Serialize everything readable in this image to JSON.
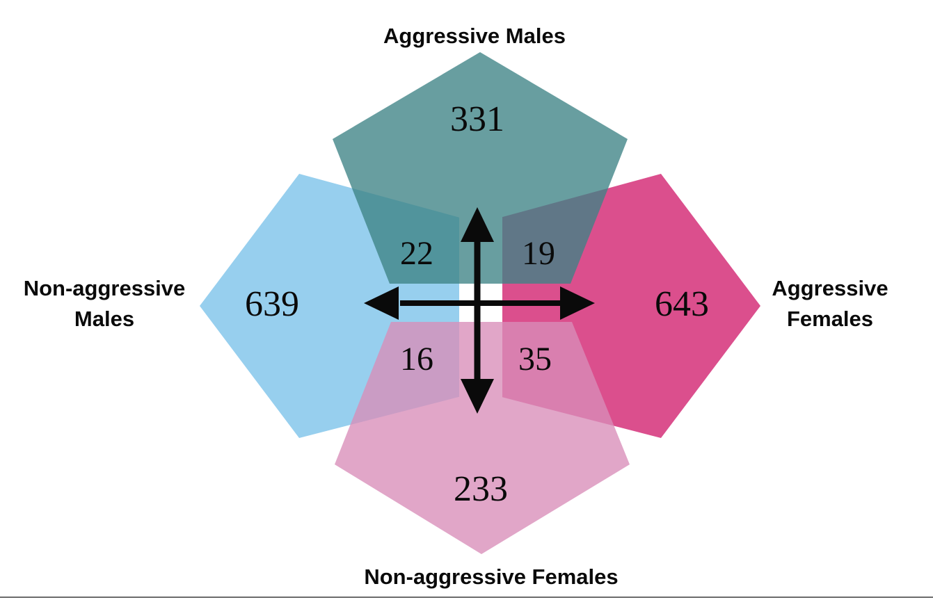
{
  "diagram": {
    "type": "four-set overlap diagram (pentagons)",
    "sets": [
      {
        "id": "top",
        "label_lines": [
          "Aggressive Males"
        ],
        "count": "331",
        "color": "#669C9E"
      },
      {
        "id": "left",
        "label_lines": [
          "Non-aggressive",
          "Males"
        ],
        "count": "639",
        "color": "#97CFEE"
      },
      {
        "id": "right",
        "label_lines": [
          "Aggressive",
          "Females"
        ],
        "count": "643",
        "color": "#DB4F8D"
      },
      {
        "id": "bottom",
        "label_lines": [
          "Non-aggressive Females"
        ],
        "count": "233",
        "color": "#E2A5C8"
      }
    ],
    "overlaps": [
      {
        "between": [
          "Aggressive Males",
          "Non-aggressive Males"
        ],
        "count": "22",
        "color": "#4A929C"
      },
      {
        "between": [
          "Aggressive Males",
          "Aggressive Females"
        ],
        "count": "19",
        "color": "#687486"
      },
      {
        "between": [
          "Non-aggressive Males",
          "Non-aggressive Females"
        ],
        "count": "16",
        "color": "#B798C6"
      },
      {
        "between": [
          "Aggressive Females",
          "Non-aggressive Females"
        ],
        "count": "35",
        "color": "#D65A9A"
      }
    ],
    "arrows": {
      "type": "four-headed cross",
      "color": "#0a0a0a"
    }
  },
  "chart_data": {
    "type": "venn",
    "title": "",
    "sets": [
      "Aggressive Males",
      "Non-aggressive Males",
      "Aggressive Females",
      "Non-aggressive Females"
    ],
    "unique_counts": {
      "Aggressive Males": 331,
      "Non-aggressive Males": 639,
      "Aggressive Females": 643,
      "Non-aggressive Females": 233
    },
    "pairwise_overlaps": [
      {
        "sets": [
          "Aggressive Males",
          "Non-aggressive Males"
        ],
        "value": 22
      },
      {
        "sets": [
          "Aggressive Males",
          "Aggressive Females"
        ],
        "value": 19
      },
      {
        "sets": [
          "Non-aggressive Males",
          "Non-aggressive Females"
        ],
        "value": 16
      },
      {
        "sets": [
          "Aggressive Females",
          "Non-aggressive Females"
        ],
        "value": 35
      }
    ],
    "layout": {
      "top": "Aggressive Males",
      "left": "Non-aggressive Males",
      "right": "Aggressive Females",
      "bottom": "Non-aggressive Females"
    }
  }
}
